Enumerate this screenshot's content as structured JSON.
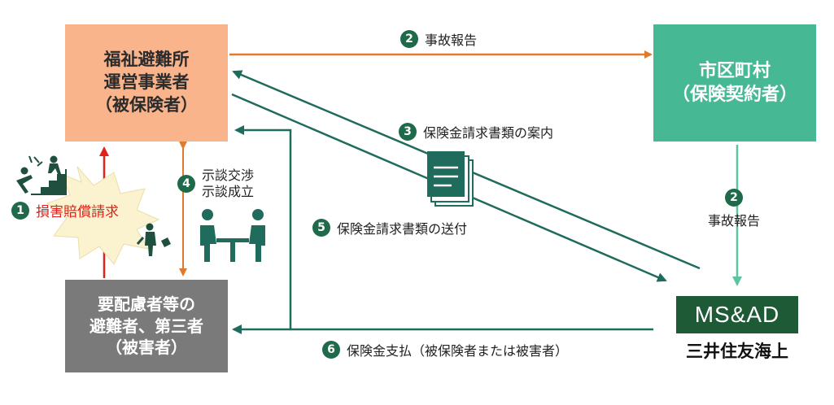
{
  "nodes": {
    "operator": [
      "福祉避難所",
      "運営事業者",
      "（被保険者）"
    ],
    "city": [
      "市区町村",
      "（保険契約者）"
    ],
    "evacuee": [
      "要配慮者等の",
      "避難者、第三者",
      "（被害者）"
    ]
  },
  "steps": {
    "s1": {
      "num": "1",
      "text": "損害賠償請求"
    },
    "s2_top": {
      "num": "2",
      "text": "事故報告"
    },
    "s2_right": {
      "num": "2",
      "text": "事故報告"
    },
    "s3": {
      "num": "3",
      "text": "保険金請求書類の案内"
    },
    "s4": {
      "num": "4",
      "lines": [
        "示談交渉",
        "示談成立"
      ]
    },
    "s5": {
      "num": "5",
      "text": "保険金請求書類の送付"
    },
    "s6": {
      "num": "6",
      "text": "保険金支払（被保険者または被害者）"
    }
  },
  "logo": {
    "mark": "MS&AD",
    "name": "三井住友海上"
  },
  "colors": {
    "operator_bg": "#f9b48c",
    "city_bg": "#47b894",
    "evacuee_bg": "#7a7a7a",
    "arrow_orange": "#e07a2e",
    "arrow_teal": "#1f6b5c",
    "arrow_green": "#5cc4a0",
    "arrow_red": "#e0221a",
    "logo_bg": "#1f5a37"
  }
}
